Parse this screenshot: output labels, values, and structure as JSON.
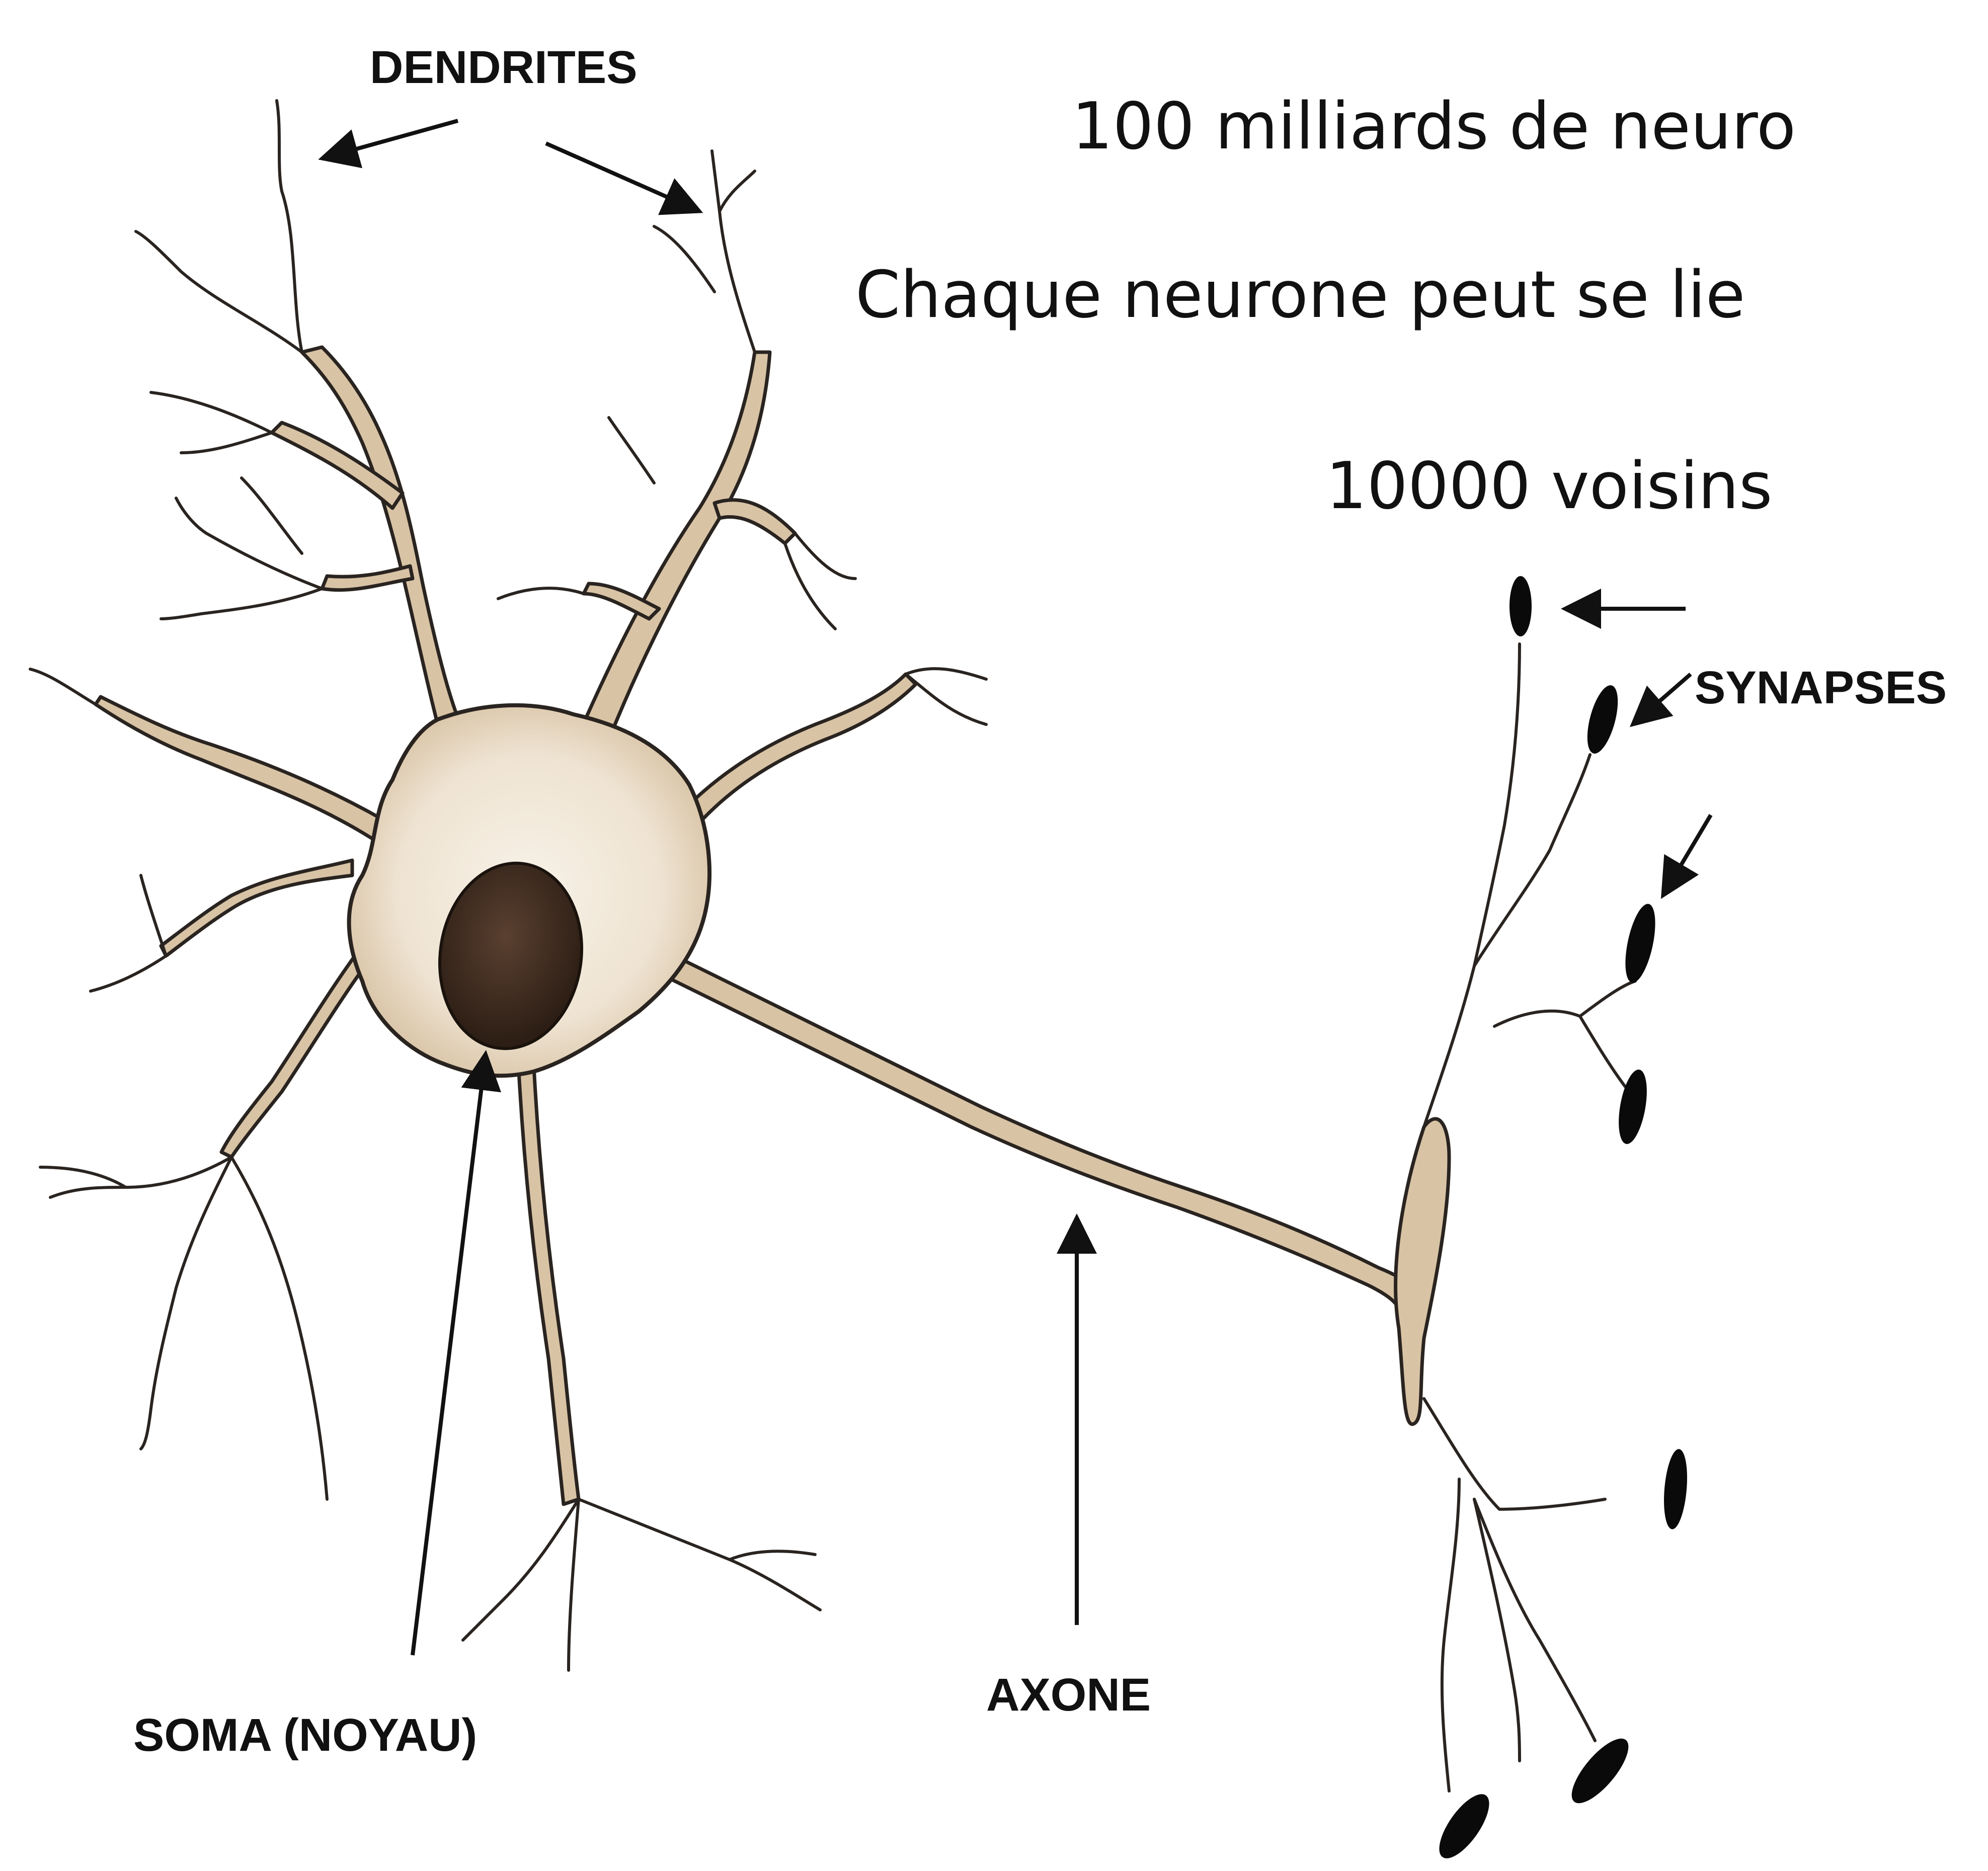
{
  "labels": {
    "dendrites": "DENDRITES",
    "synapses": "SYNAPSES",
    "axone": "AXONE",
    "soma": "SOMA (NOYAU)"
  },
  "captions": {
    "line1": "100 milliards de neuro",
    "line2": "Chaque neurone peut se lie",
    "line3": "10000 voisins"
  },
  "colors": {
    "cell_fill": "#d8c3a5",
    "cell_inner": "#f3ebde",
    "outline": "#2a2420",
    "nucleus": "#3a281c",
    "synapse": "#0a0a0a"
  }
}
